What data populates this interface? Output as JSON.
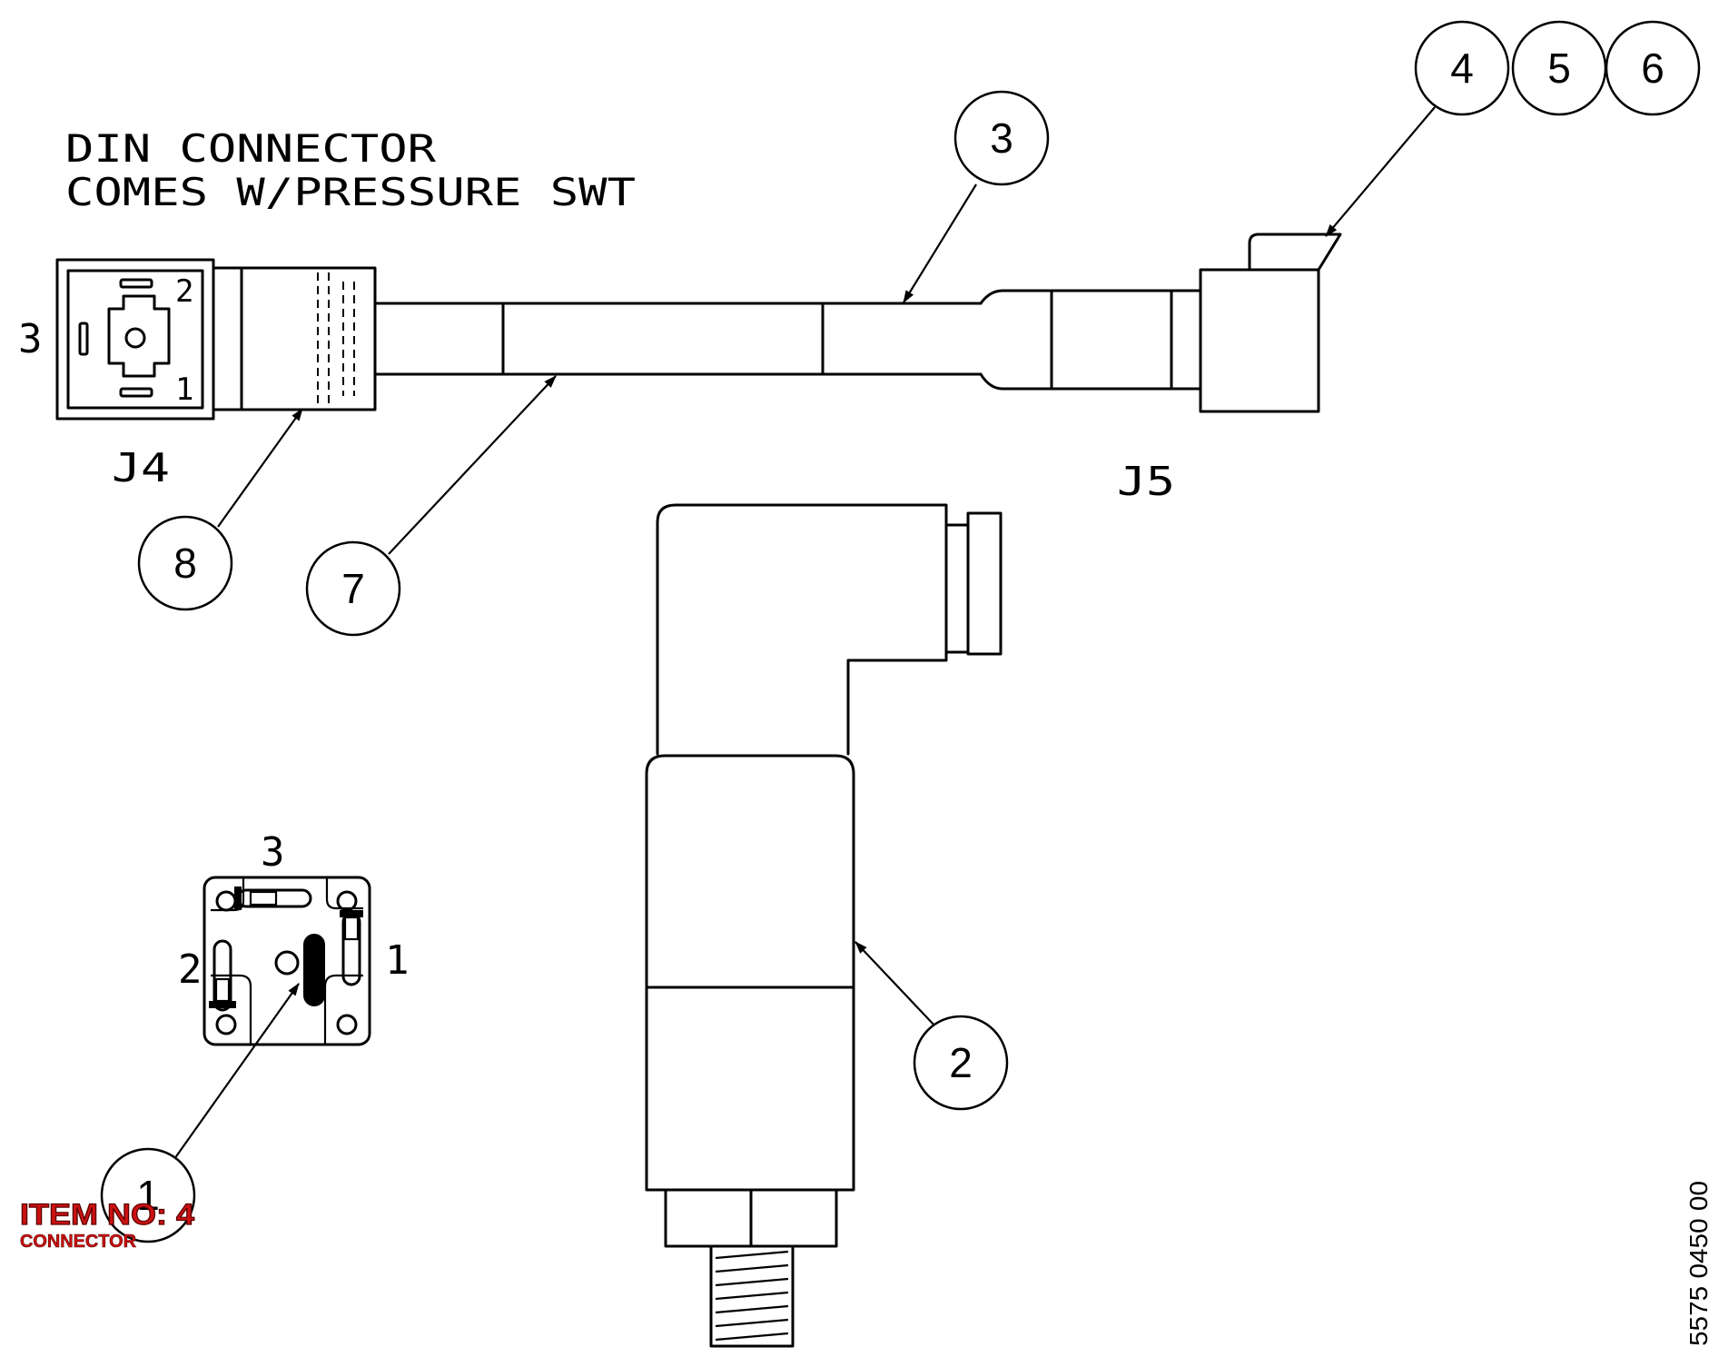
{
  "note": {
    "line1": "DIN CONNECTOR",
    "line2": "COMES W/PRESSURE SWT"
  },
  "connector_labels": {
    "j4": "J4",
    "j5": "J5"
  },
  "din_face_pins": {
    "pin1": "1",
    "pin2": "2",
    "pin3": "3"
  },
  "terminal_block_pins": {
    "pin1": "1",
    "pin2": "2",
    "pin3": "3"
  },
  "balloons": [
    "1",
    "2",
    "3",
    "4",
    "5",
    "6",
    "7",
    "8"
  ],
  "item_stamp": {
    "title": "ITEM NO: 4",
    "subtitle": "CONNECTOR"
  },
  "document_number": "5575 0450 00"
}
